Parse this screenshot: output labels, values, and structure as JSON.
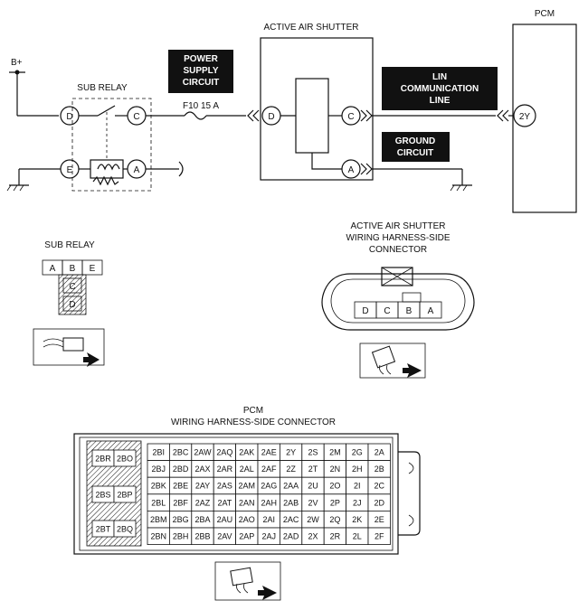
{
  "schematic": {
    "pcm_title": "PCM",
    "b_plus": "B+",
    "sub_relay_title": "SUB RELAY",
    "active_air_shutter_title": "ACTIVE AIR SHUTTER",
    "fuse_label": "F10 15 A",
    "power_supply_lines": [
      "POWER",
      "SUPPLY",
      "CIRCUIT"
    ],
    "lin_lines": [
      "LIN",
      "COMMUNICATION",
      "LINE"
    ],
    "ground_lines": [
      "GROUND",
      "CIRCUIT"
    ],
    "relay_pins": [
      "D",
      "C",
      "E",
      "A"
    ],
    "shutter_pins": [
      "D",
      "C",
      "A"
    ],
    "pcm_pin": "2Y"
  },
  "sub_relay_connector": {
    "title": "SUB RELAY",
    "top_row": [
      "A",
      "B",
      "E"
    ],
    "column": [
      "C",
      "D"
    ]
  },
  "shutter_connector": {
    "title_lines": [
      "ACTIVE AIR SHUTTER",
      "WIRING HARNESS-SIDE",
      "CONNECTOR"
    ],
    "pins": [
      "D",
      "C",
      "B",
      "A"
    ]
  },
  "pcm_connector": {
    "title_lines": [
      "PCM",
      "WIRING HARNESS-SIDE CONNECTOR"
    ],
    "left_block": [
      [
        "2BR",
        "2BO"
      ],
      [
        "2BS",
        "2BP"
      ],
      [
        "2BT",
        "2BQ"
      ]
    ],
    "grid": [
      [
        "2BI",
        "2BC",
        "2AW",
        "2AQ",
        "2AK",
        "2AE",
        "2Y",
        "2S",
        "2M",
        "2G",
        "2A"
      ],
      [
        "2BJ",
        "2BD",
        "2AX",
        "2AR",
        "2AL",
        "2AF",
        "2Z",
        "2T",
        "2N",
        "2H",
        "2B"
      ],
      [
        "2BK",
        "2BE",
        "2AY",
        "2AS",
        "2AM",
        "2AG",
        "2AA",
        "2U",
        "2O",
        "2I",
        "2C"
      ],
      [
        "2BL",
        "2BF",
        "2AZ",
        "2AT",
        "2AN",
        "2AH",
        "2AB",
        "2V",
        "2P",
        "2J",
        "2D"
      ],
      [
        "2BM",
        "2BG",
        "2BA",
        "2AU",
        "2AO",
        "2AI",
        "2AC",
        "2W",
        "2Q",
        "2K",
        "2E"
      ],
      [
        "2BN",
        "2BH",
        "2BB",
        "2AV",
        "2AP",
        "2AJ",
        "2AD",
        "2X",
        "2R",
        "2L",
        "2F"
      ]
    ]
  }
}
